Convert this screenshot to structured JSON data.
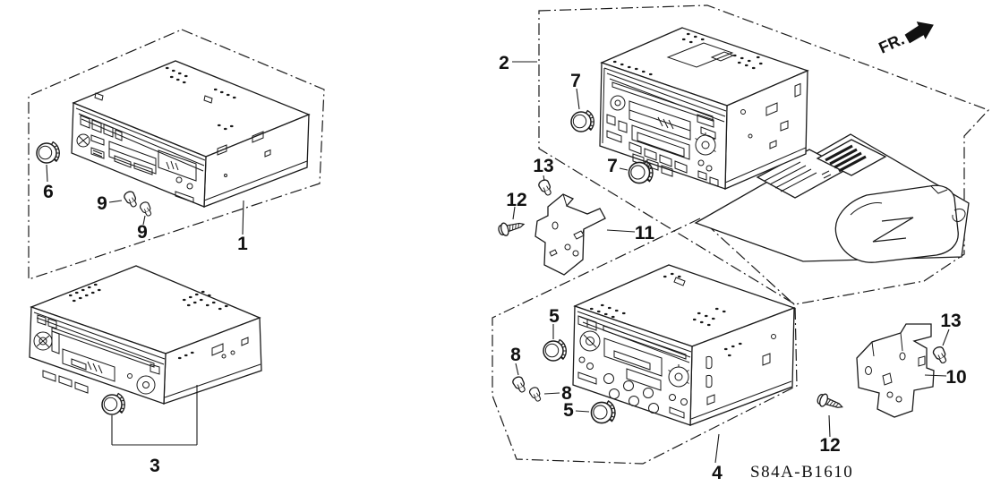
{
  "diagram": {
    "part_code": "S84A-B1610",
    "direction_indicator": {
      "label": "FR.",
      "icon": "fr-direction-arrow-icon"
    },
    "callouts": [
      {
        "id": "callout-1",
        "label": "1",
        "points_to": "radio-unit-1"
      },
      {
        "id": "callout-2",
        "label": "2",
        "points_to": "radio-unit-2-group"
      },
      {
        "id": "callout-3",
        "label": "3",
        "points_to": "radio-unit-3"
      },
      {
        "id": "callout-4",
        "label": "4",
        "points_to": "radio-unit-4"
      },
      {
        "id": "callout-5a",
        "label": "5",
        "points_to": "knob-5-upper-icon"
      },
      {
        "id": "callout-5b",
        "label": "5",
        "points_to": "knob-5-lower-icon"
      },
      {
        "id": "callout-6",
        "label": "6",
        "points_to": "knob-6-icon"
      },
      {
        "id": "callout-7a",
        "label": "7",
        "points_to": "knob-7-upper-icon"
      },
      {
        "id": "callout-7b",
        "label": "7",
        "points_to": "knob-7-lower-icon"
      },
      {
        "id": "callout-8a",
        "label": "8",
        "points_to": "screw-8-left-icon"
      },
      {
        "id": "callout-8b",
        "label": "8",
        "points_to": "screw-8-right-icon"
      },
      {
        "id": "callout-9a",
        "label": "9",
        "points_to": "screw-9-left-icon"
      },
      {
        "id": "callout-9b",
        "label": "9",
        "points_to": "screw-9-right-icon"
      },
      {
        "id": "callout-10",
        "label": "10",
        "points_to": "bracket-10"
      },
      {
        "id": "callout-11",
        "label": "11",
        "points_to": "bracket-11"
      },
      {
        "id": "callout-12a",
        "label": "12",
        "points_to": "screw-12-upper-icon"
      },
      {
        "id": "callout-12b",
        "label": "12",
        "points_to": "screw-12-lower-icon"
      },
      {
        "id": "callout-13a",
        "label": "13",
        "points_to": "screw-13-upper-icon"
      },
      {
        "id": "callout-13b",
        "label": "13",
        "points_to": "screw-13-lower-icon"
      }
    ]
  }
}
